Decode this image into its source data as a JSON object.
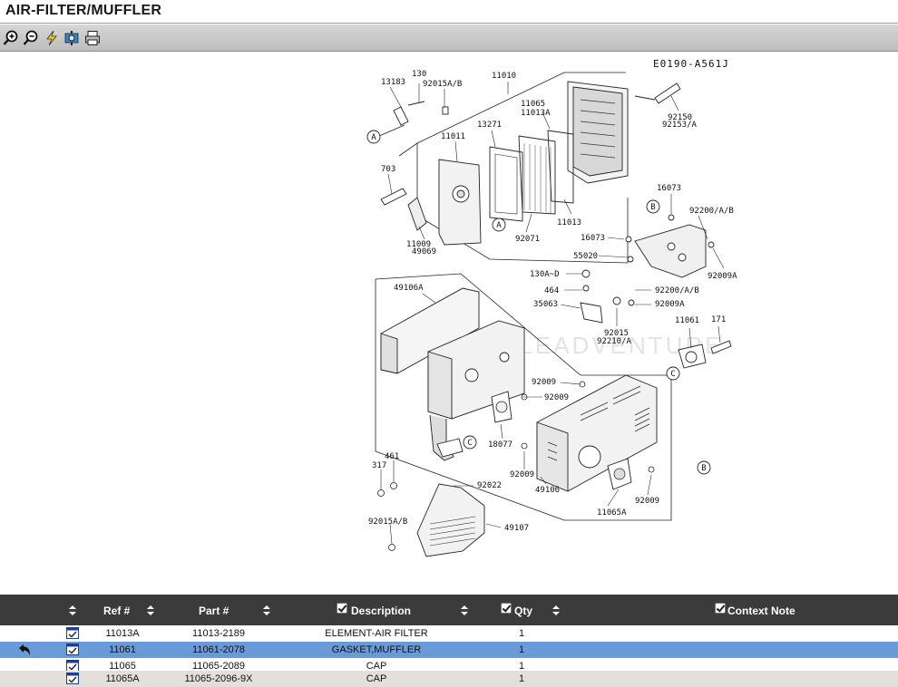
{
  "page": {
    "title": "AIR-FILTER/MUFFLER"
  },
  "toolbar": {
    "buttons": [
      {
        "icon": "zoom-in-icon"
      },
      {
        "icon": "zoom-out-icon"
      },
      {
        "icon": "lightning-icon"
      },
      {
        "icon": "settings-icon"
      },
      {
        "icon": "print-icon"
      }
    ]
  },
  "diagram": {
    "code": "E0190-A561J",
    "watermark": "LEADVENTURE",
    "callouts": {
      "c130": "130",
      "c13183": "13183",
      "c92015ab": "92015A/B",
      "c11010": "11010",
      "c11065": "11065",
      "c11013a": "11013A",
      "c13271": "13271",
      "c11011": "11011",
      "c92150": "92150",
      "c92153a": "92153/A",
      "c703": "703",
      "c11013": "11013",
      "c16073a": "16073",
      "c92200ab_a": "92200/A/B",
      "c11009": "11009",
      "c49069": "49069",
      "c92071": "92071",
      "c16073b": "16073",
      "c55020": "55020",
      "c92009a_a": "92009A",
      "c130ad": "130A~D",
      "c464": "464",
      "c35063": "35063",
      "c92200ab_b": "92200/A/B",
      "c92009a_b": "92009A",
      "c49106a": "49106A",
      "c92015": "92015",
      "c92210a": "92210/A",
      "c11061": "11061",
      "c171": "171",
      "c92009_a": "92009",
      "c92009_b": "92009",
      "c18077": "18077",
      "c461": "461",
      "c317": "317",
      "c92009_c": "92009",
      "c49106": "49106",
      "c92009_d": "92009",
      "c92022": "92022",
      "c11065a": "11065A",
      "c92015ab_b": "92015A/B",
      "c49107": "49107",
      "markA": "A",
      "markB": "B",
      "markC": "C"
    }
  },
  "grid": {
    "columns": {
      "ref": "Ref #",
      "part": "Part #",
      "description": "Description",
      "qty": "Qty",
      "context_note": "Context Note"
    },
    "rows": [
      {
        "ref": "11013A",
        "part": "11013-2189",
        "description": "ELEMENT-AIR FILTER",
        "qty": "1",
        "selected": false
      },
      {
        "ref": "11061",
        "part": "11061-2078",
        "description": "GASKET,MUFFLER",
        "qty": "1",
        "selected": true
      },
      {
        "ref": "11065",
        "part": "11065-2089",
        "description": "CAP",
        "qty": "1",
        "selected": false
      },
      {
        "ref": "11065A",
        "part": "11065-2096-9X",
        "description": "CAP",
        "qty": "1",
        "selected": false
      }
    ]
  },
  "colors": {
    "header_bg": "#3b3b3b",
    "selected_row": "#6a9bd8",
    "toolbar": "#c8c8c8"
  }
}
